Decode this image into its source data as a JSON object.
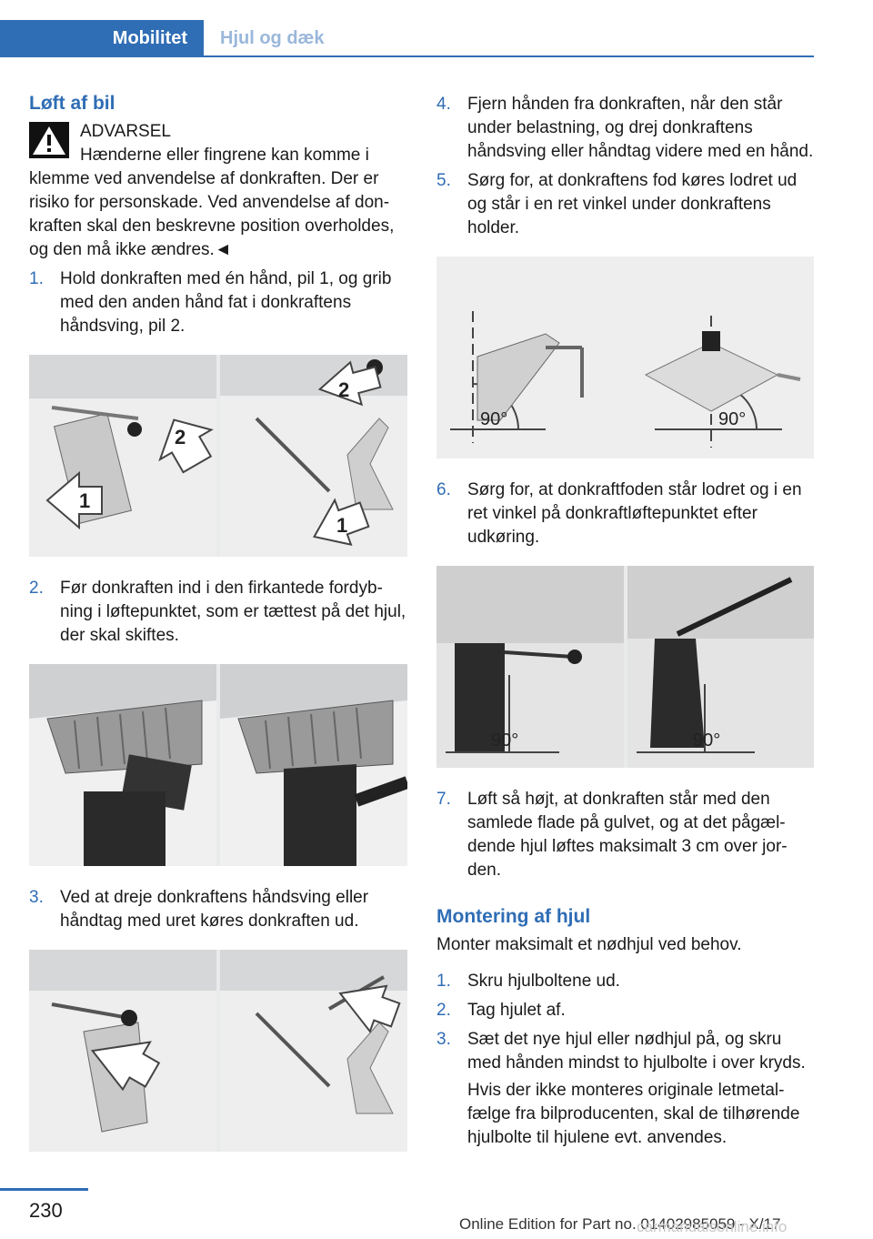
{
  "header": {
    "section": "Mobilitet",
    "subsection": "Hjul og dæk"
  },
  "left": {
    "title": "Løft af bil",
    "warning": {
      "label": "ADVARSEL",
      "text": "Hænderne eller fingrene kan komme i klemme ved anvendelse af donkraften. Der er risiko for personskade. Ved anvendelse af don­kraften skal den beskrevne position overhol­des, og den må ikke ændres.◄"
    },
    "steps": [
      {
        "num": "1.",
        "text": "Hold donkraften med én hånd, pil 1, og grib med den anden hånd fat i donkraftens håndsving, pil 2."
      },
      {
        "num": "2.",
        "text": "Før donkraften ind i den firkantede fordyb­ning i løftepunktet, som er tættest på det hjul, der skal skiftes."
      },
      {
        "num": "3.",
        "text": "Ved at dreje donkraftens håndsving eller håndtag med uret køres donkraften ud."
      }
    ],
    "fig1_labels": [
      "1",
      "2",
      "2",
      "1"
    ]
  },
  "right": {
    "steps": [
      {
        "num": "4.",
        "text": "Fjern hånden fra donkraften, når den står under belastning, og drej donkraftens håndsving eller håndtag videre med en hånd."
      },
      {
        "num": "5.",
        "text": "Sørg for, at donkraftens fod køres lodret ud og står i en ret vinkel under donkraftens holder."
      },
      {
        "num": "6.",
        "text": "Sørg for, at donkraftfoden står lodret og i en ret vinkel på donkraftløftepunktet efter udkøring."
      },
      {
        "num": "7.",
        "text": "Løft så højt, at donkraften står med den samlede flade på gulvet, og at det pågæl­dende hjul løftes maksimalt 3 cm over jor­den."
      }
    ],
    "angle_label": "90°",
    "mount": {
      "title": "Montering af hjul",
      "intro": "Monter maksimalt et nødhjul ved behov.",
      "steps": [
        {
          "num": "1.",
          "text": "Skru hjulboltene ud."
        },
        {
          "num": "2.",
          "text": "Tag hjulet af."
        },
        {
          "num": "3.",
          "text": "Sæt det nye hjul eller nødhjul på, og skru med hånden mindst to hjulbolte i over kryds."
        }
      ],
      "note": "Hvis der ikke monteres originale letmetal­fælge fra bilproducenten, skal de tilhø­rende hjulbolte til hjulene evt. anvendes."
    }
  },
  "footer": {
    "page": "230",
    "edition": "Online Edition for Part no. 01402985059 - X/17",
    "watermark": "carmanualsonline.info"
  }
}
